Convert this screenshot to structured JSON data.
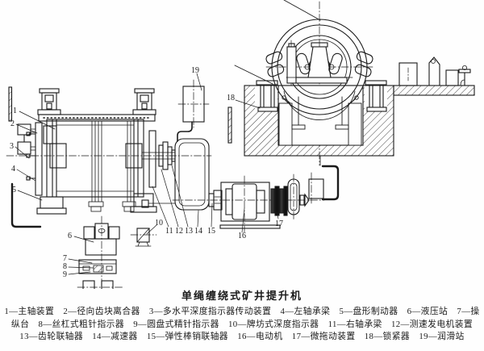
{
  "page": {
    "background": "#fefefe",
    "ink": "#1b1b1b",
    "hatch_color": "#2a2a2a"
  },
  "figure": {
    "title": "单绳缠绕式矿井提升机",
    "legend_lines": [
      "1—主轴装置　2—径向齿块离合器　3—多水平深度指示器传动装置　4—左轴承梁　5—盘形制动器　6—液压站　7—操",
      "纵台　8—丝杠式粗针指示器　9—圆盘式精针指示器　10—牌坊式深度指示器　11—右轴承梁　12—测速发电机装置",
      "13—齿轮联轴器　14—减速器　15—弹性棒销联轴器　16—电动机　17—微拖动装置　18—锁紧器　19—润滑站"
    ]
  },
  "callouts": [
    "1",
    "2",
    "3",
    "4",
    "5",
    "6",
    "7",
    "8",
    "9",
    "10",
    "11",
    "12",
    "13",
    "14",
    "15",
    "16",
    "17",
    "18",
    "19"
  ]
}
